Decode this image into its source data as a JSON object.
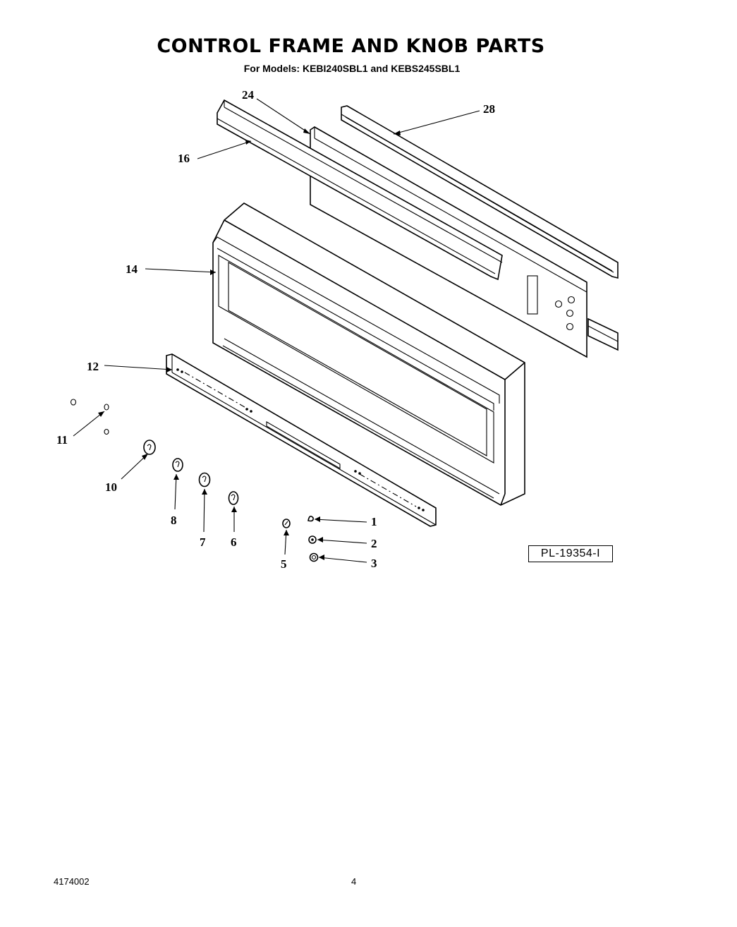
{
  "header": {
    "title": "CONTROL FRAME AND KNOB PARTS",
    "subtitle": "For Models: KEBI240SBL1 and KEBS245SBL1"
  },
  "callouts": [
    "24",
    "28",
    "16",
    "14",
    "12",
    "11",
    "10",
    "8",
    "7",
    "6",
    "5",
    "1",
    "2",
    "3"
  ],
  "plate_id": "PL-19354-I",
  "footer": {
    "doc_number": "4174002",
    "page_number": "4"
  }
}
